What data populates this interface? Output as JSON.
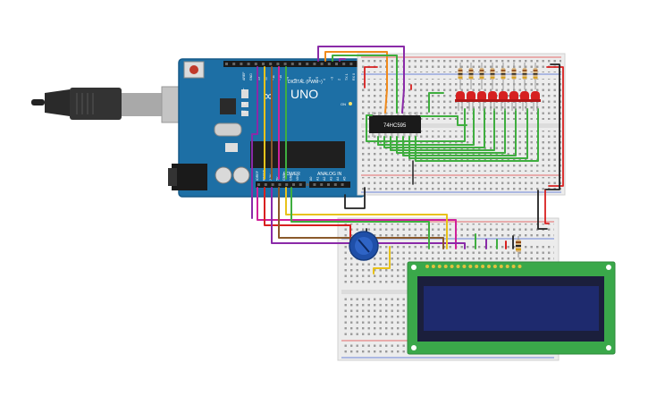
{
  "board": {
    "brand": "UNO",
    "digital_header": "DIGITAL (PWM~)",
    "power_header": "POWER",
    "analog_header": "ANALOG IN",
    "on_label": "ON",
    "l_label": "L",
    "tx_label": "TX",
    "rx_label": "RX",
    "digital_pins": [
      "AREF",
      "GND",
      "13",
      "12",
      "~11",
      "~10",
      "~9",
      "8",
      "7",
      "~6",
      "~5",
      "4",
      "~3",
      "2",
      "TX 1",
      "RX 0"
    ],
    "power_pins": [
      "IOREF",
      "RESET",
      "3.3V",
      "5V",
      "GND",
      "GND",
      "VIN"
    ],
    "analog_pins": [
      "A0",
      "A1",
      "A2",
      "A3",
      "A4",
      "A5"
    ]
  },
  "chip": {
    "label": "74HC595"
  },
  "colors": {
    "board": "#1d6fa5",
    "breadboard": "#ededed",
    "led": "#d62020",
    "lcd_pcb": "#3aa84a",
    "lcd_screen": "#1e2a6e",
    "wire_green": "#3fae3f",
    "wire_purple": "#8a2aa8",
    "wire_orange": "#f08a1c",
    "wire_yellow": "#e8c21a",
    "wire_red": "#d82020",
    "wire_black": "#222222",
    "wire_magenta": "#d0209a",
    "wire_brown": "#8b5a2b",
    "pot": "#1f4fa8"
  }
}
